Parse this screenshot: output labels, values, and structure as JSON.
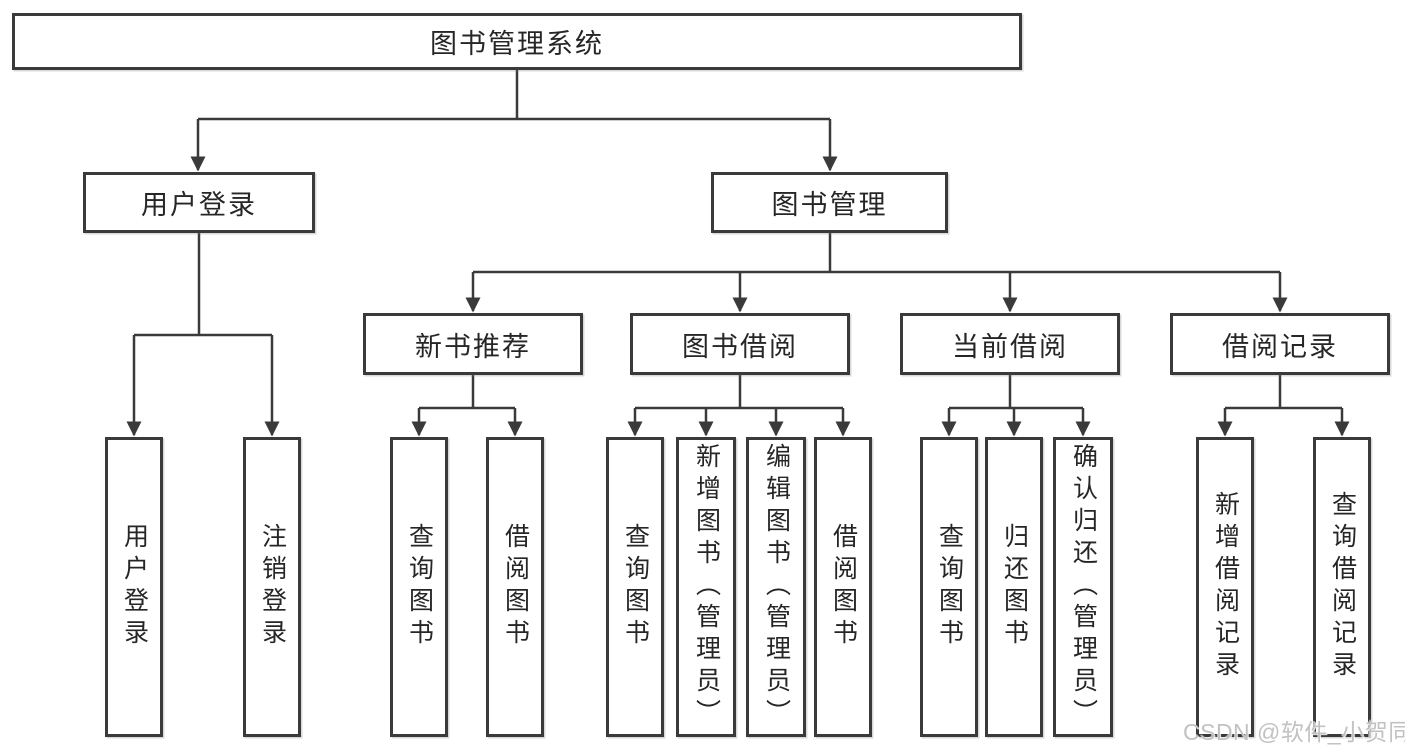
{
  "diagram": {
    "root": {
      "label": "图书管理系统"
    },
    "branches": [
      {
        "label": "用户登录",
        "children": [
          {
            "label": "用户登录"
          },
          {
            "label": "注销登录"
          }
        ]
      },
      {
        "label": "图书管理",
        "children": [
          {
            "label": "新书推荐",
            "children": [
              {
                "label": "查询图书"
              },
              {
                "label": "借阅图书"
              }
            ]
          },
          {
            "label": "图书借阅",
            "children": [
              {
                "label": "查询图书"
              },
              {
                "label": "新增图书（管理员）"
              },
              {
                "label": "编辑图书（管理员）"
              },
              {
                "label": "借阅图书"
              }
            ]
          },
          {
            "label": "当前借阅",
            "children": [
              {
                "label": "查询图书"
              },
              {
                "label": "归还图书"
              },
              {
                "label": "确认归还（管理员）"
              }
            ]
          },
          {
            "label": "借阅记录",
            "children": [
              {
                "label": "新增借阅记录"
              },
              {
                "label": "查询借阅记录"
              }
            ]
          }
        ]
      }
    ]
  },
  "watermark": {
    "text": "CSDN @软件_小贺同学"
  },
  "colors": {
    "line": "#3a3a3a",
    "text": "#262626",
    "background": "#ffffff",
    "watermark": "#c2c2c2"
  }
}
